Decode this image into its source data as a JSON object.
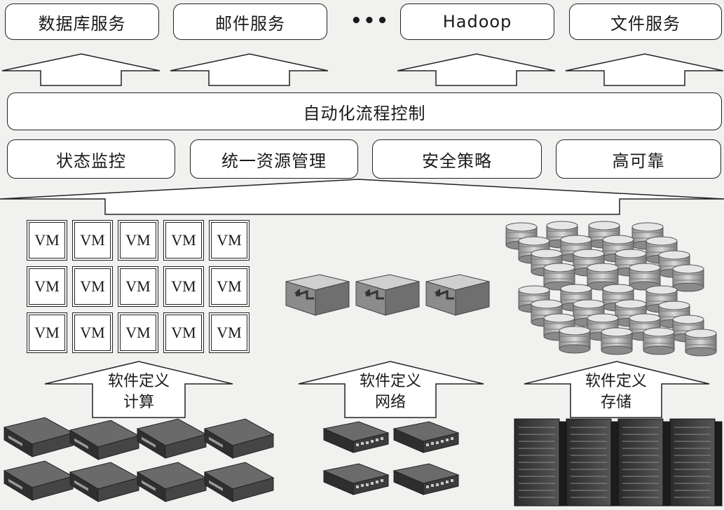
{
  "services": [
    "数据库服务",
    "邮件服务",
    "Hadoop",
    "文件服务"
  ],
  "ellipsis": "•••",
  "automation": "自动化流程控制",
  "management": [
    "状态监控",
    "统一资源管理",
    "安全策略",
    "高可靠"
  ],
  "vm_label": "VM",
  "compute_label": [
    "软件定义",
    "计算"
  ],
  "network_label": [
    "软件定义",
    "网络"
  ],
  "storage_label": [
    "软件定义",
    "存储"
  ]
}
